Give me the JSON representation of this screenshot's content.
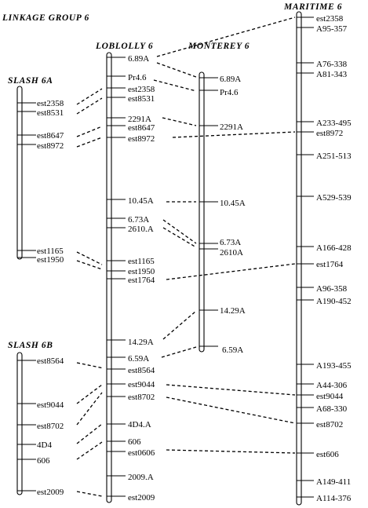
{
  "figure_title": "LINKAGE GROUP 6",
  "groups": {
    "slash6a": {
      "title": "SLASH 6A",
      "markers": [
        "est2358",
        "est8531",
        "est8647",
        "est8972",
        "est1165",
        "est1950"
      ]
    },
    "slash6b": {
      "title": "SLASH 6B",
      "markers": [
        "est8564",
        "est9044",
        "est8702",
        "4D4",
        "606",
        "est2009"
      ]
    },
    "loblolly6": {
      "title": "LOBLOLLY 6",
      "markers": [
        "6.89A",
        "Pr4.6",
        "est2358",
        "est8531",
        "2291A",
        "est8647",
        "est8972",
        "10.45A",
        "6.73A",
        "2610.A",
        "est1165",
        "est1950",
        "est1764",
        "14.29A",
        "6.59A",
        "est8564",
        "est9044",
        "est8702",
        "4D4.A",
        "606",
        "est0606",
        "2009.A",
        "est2009"
      ]
    },
    "monterey6": {
      "title": "MONTEREY 6",
      "markers": [
        "6.89A",
        "Pr4.6",
        "2291A",
        "10.45A",
        "6.73A",
        "2610A",
        "14.29A",
        "6.59A"
      ]
    },
    "maritime6": {
      "title": "MARITIME 6",
      "markers": [
        "est2358",
        "A95-357",
        "A76-338",
        "A81-343",
        "A233-495",
        "est8972",
        "A251-513",
        "A529-539",
        "A166-428",
        "est1764",
        "A96-358",
        "A190-452",
        "A193-455",
        "A44-306",
        "est9044",
        "A68-330",
        "est8702",
        "est606",
        "A149-411",
        "A114-376"
      ]
    }
  }
}
